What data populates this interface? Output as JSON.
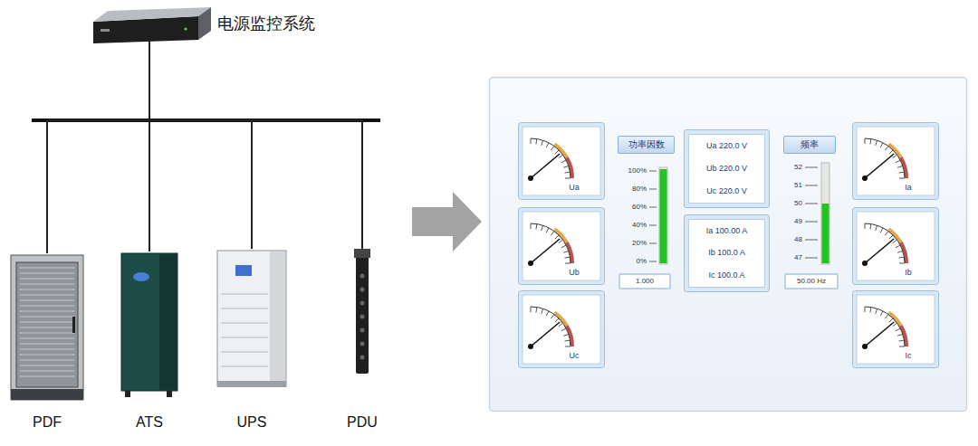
{
  "diagram": {
    "nodes": [
      {
        "text": [
          "电源监控系统"
        ]
      },
      {
        "text": [
          "PDF"
        ]
      },
      {
        "text": [
          "ATS"
        ]
      },
      {
        "text": [
          "UPS"
        ]
      },
      {
        "text": [
          "PDU"
        ]
      },
      {
        "text": [
          "Ua"
        ]
      },
      {
        "text": [
          "Ub"
        ]
      },
      {
        "text": [
          "Uc"
        ]
      },
      {
        "text": [
          "功率因数"
        ]
      },
      {
        "text": [
          "1.000"
        ]
      },
      {
        "text": [
          "Ua 220.0 V",
          "Ub 220.0 V",
          "Uc 220.0 V"
        ]
      },
      {
        "text": [
          "Ia 100.00 A",
          "Ib 100.0 A",
          "Ic 100.0 A"
        ]
      },
      {
        "text": [
          "频率"
        ]
      },
      {
        "text": [
          "50.00 Hz"
        ]
      },
      {
        "text": [
          "Ia"
        ]
      },
      {
        "text": [
          "Ib"
        ]
      },
      {
        "text": [
          "Ic"
        ]
      }
    ],
    "edges": [
      {
        "from": 0,
        "to": 1,
        "arrow": "none"
      },
      {
        "from": 0,
        "to": 2,
        "arrow": "none"
      },
      {
        "from": 0,
        "to": 3,
        "arrow": "none"
      },
      {
        "from": 0,
        "to": 4,
        "arrow": "none"
      }
    ],
    "labels": [
      "100%",
      "80%",
      "60%",
      "40%",
      "20%",
      "0%",
      "52",
      "51",
      "50",
      "49",
      "48",
      "47"
    ]
  }
}
